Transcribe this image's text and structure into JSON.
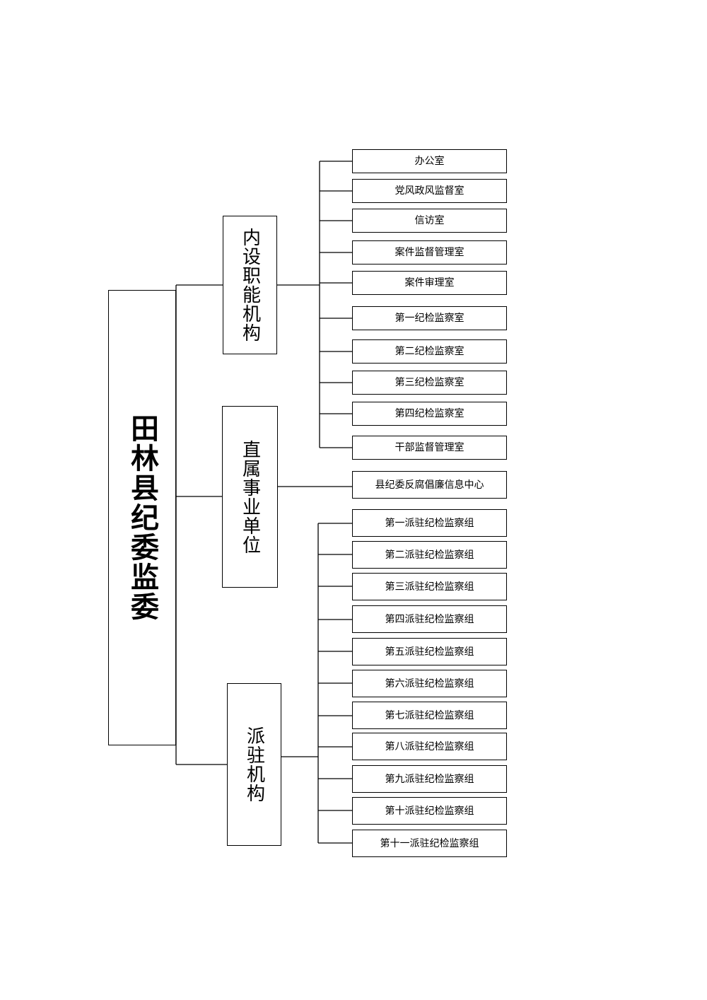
{
  "root": {
    "label": "田林县纪委监委"
  },
  "categories": [
    {
      "label": "内设职能机构",
      "items": [
        "办公室",
        "党风政风监督室",
        "信访室",
        "案件监督管理室",
        "案件审理室",
        "第一纪检监察室",
        "第二纪检监察室",
        "第三纪检监察室",
        "第四纪检监察室",
        "干部监督管理室"
      ]
    },
    {
      "label": "直属事业单位",
      "items": [
        "县纪委反腐倡廉信息中心"
      ]
    },
    {
      "label": "派驻机构",
      "items": [
        "第一派驻纪检监察组",
        "第二派驻纪检监察组",
        "第三派驻纪检监察组",
        "第四派驻纪检监察组",
        "第五派驻纪检监察组",
        "第六派驻纪检监察组",
        "第七派驻纪检监察组",
        "第八派驻纪检监察组",
        "第九派驻纪检监察组",
        "第十派驻纪检监察组",
        "第十一派驻纪检监察组"
      ]
    }
  ],
  "colors": {
    "line": "#000000",
    "background": "#ffffff"
  }
}
